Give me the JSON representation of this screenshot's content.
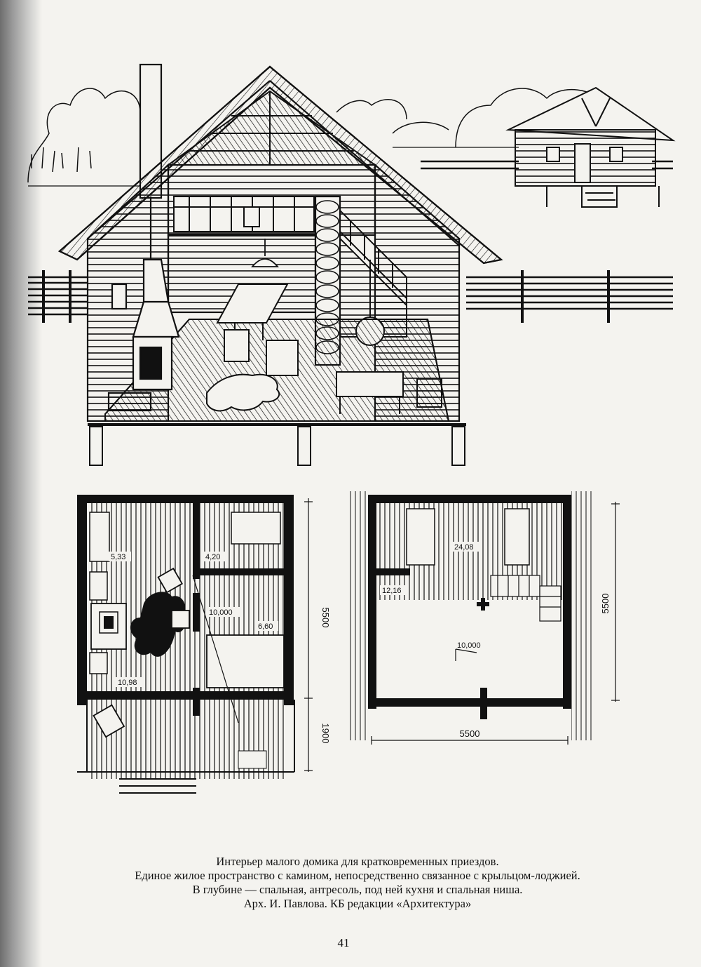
{
  "perspective": {
    "labels": []
  },
  "plan_ground": {
    "rooms": [
      {
        "id": "living",
        "area": "10,98"
      },
      {
        "id": "kitchen",
        "area": "5,33"
      },
      {
        "id": "bedroom",
        "area": "4,20"
      },
      {
        "id": "niche",
        "area": "6,60"
      }
    ],
    "level_mark": "10,000",
    "dim_depth": "5500",
    "dim_porch": "1900"
  },
  "plan_upper": {
    "rooms": [
      {
        "id": "mezzanine",
        "area": "24,08"
      },
      {
        "id": "stair",
        "area": "12,16"
      }
    ],
    "level_mark": "10,000",
    "dim_width": "5500",
    "dim_depth": "5500"
  },
  "caption": {
    "line1": "Интерьер малого домика для кратковременных приездов.",
    "line2": "Единое жилое пространство с камином, непосредственно связанное с крыльцом-лоджией.",
    "line3": "В глубине — спальная, антресоль, под ней кухня и спальная ниша.",
    "line4": "Арх. И. Павлова. КБ редакции «Архитектура»"
  },
  "page_number": "41"
}
